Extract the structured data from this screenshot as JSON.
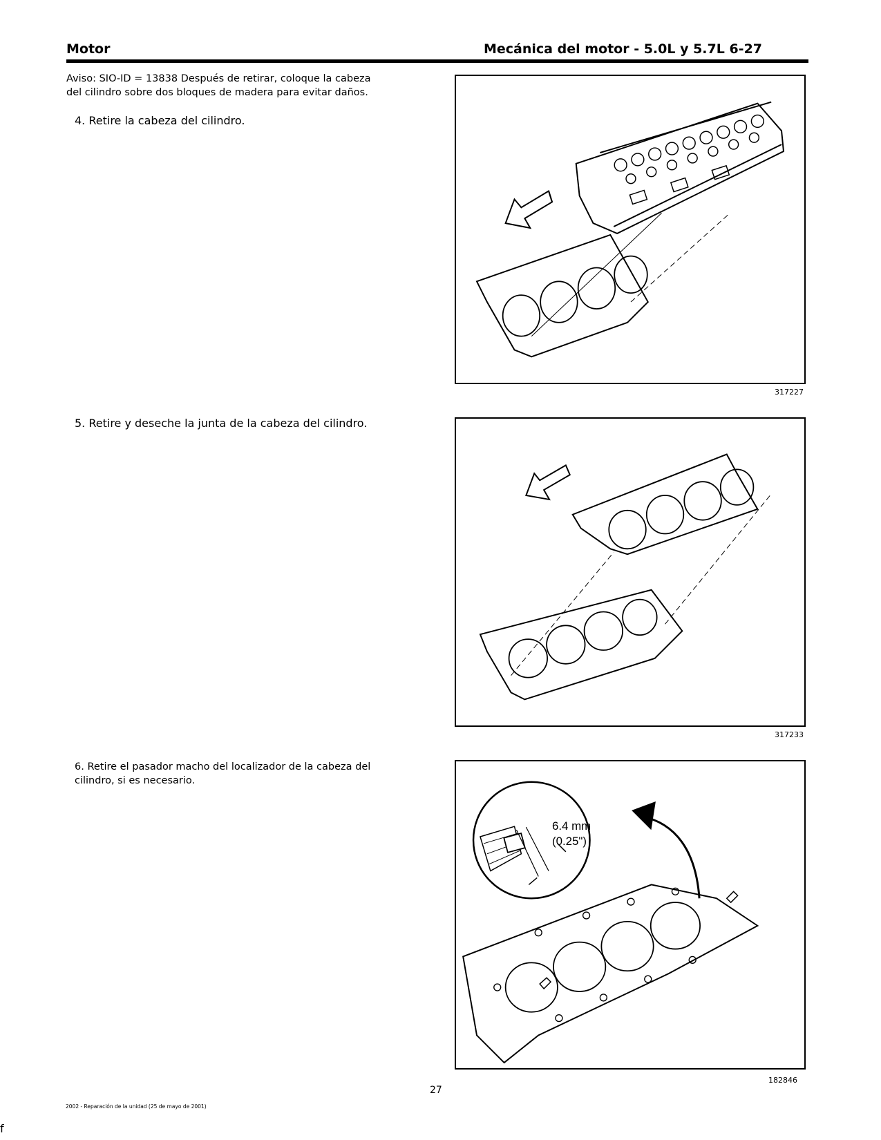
{
  "header": {
    "left": "Motor",
    "right": "Mecánica del motor - 5.0L y 5.7L 6-27"
  },
  "notice": {
    "line1": "Aviso: SIO-ID = 13838 Después de retirar, coloque la cabeza",
    "line2": "del cilindro sobre dos bloques de madera para evitar daños."
  },
  "steps": [
    {
      "text": "4. Retire la cabeza del cilindro."
    },
    {
      "text": "5. Retire y deseche la junta de la cabeza del cilindro."
    },
    {
      "line1": "6. Retire el pasador macho del localizador de la cabeza del",
      "line2": "cilindro, si es necesario."
    }
  ],
  "figures": [
    {
      "id": "317227"
    },
    {
      "id": "317233"
    },
    {
      "id": "182846",
      "callout_mm": "6.4 mm",
      "callout_in": "(0.25\")"
    }
  ],
  "page_number": "27",
  "footer": "2002 - Reparación de la unidad (25 de mayo de 2001)",
  "corner_mark": "f"
}
